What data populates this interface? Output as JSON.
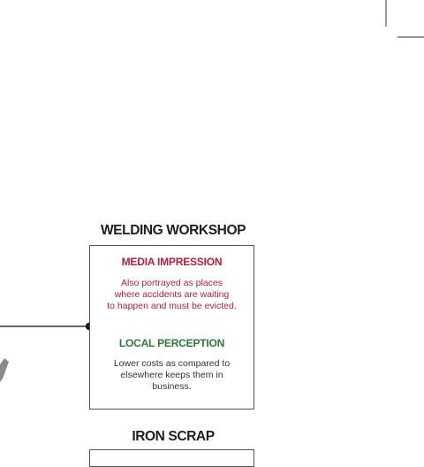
{
  "welding_workshop": {
    "title": "WELDING WORKSHOP",
    "media_impression": {
      "heading": "MEDIA IMPRESSION",
      "lines": [
        "Also portrayed as places",
        "where accidents are waiting",
        "to happen and must be evicted."
      ]
    },
    "local_perception": {
      "heading": "LOCAL PERCEPTION",
      "lines": [
        "Lower costs as compared to",
        "elsewhere keeps them in",
        "business."
      ]
    }
  },
  "iron_scrap": {
    "title": "IRON SCRAP"
  },
  "colors": {
    "media_impression": "#b22238",
    "local_perception": "#2e7a36",
    "frame": "#555555",
    "title": "#1e1e1e"
  }
}
